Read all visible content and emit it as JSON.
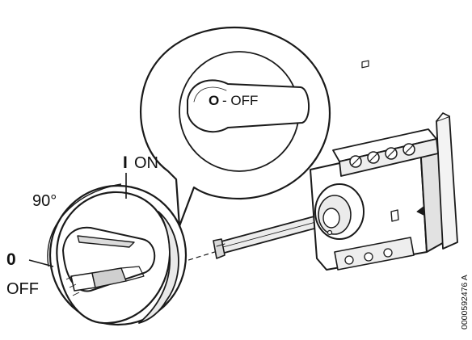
{
  "labels": {
    "on_symbol": "I",
    "on_text": "ON",
    "off_symbol": "0",
    "off_text": "OFF",
    "angle": "90°",
    "callout_symbol": "O",
    "callout_text": "- OFF",
    "reference_code": "0000592476  A"
  },
  "colors": {
    "ink": "#1a1a1a",
    "background": "#ffffff",
    "shade_light": "#e6e6e6",
    "shade_mid": "#cfcfcf",
    "shade_dark": "#9a9a9a"
  }
}
